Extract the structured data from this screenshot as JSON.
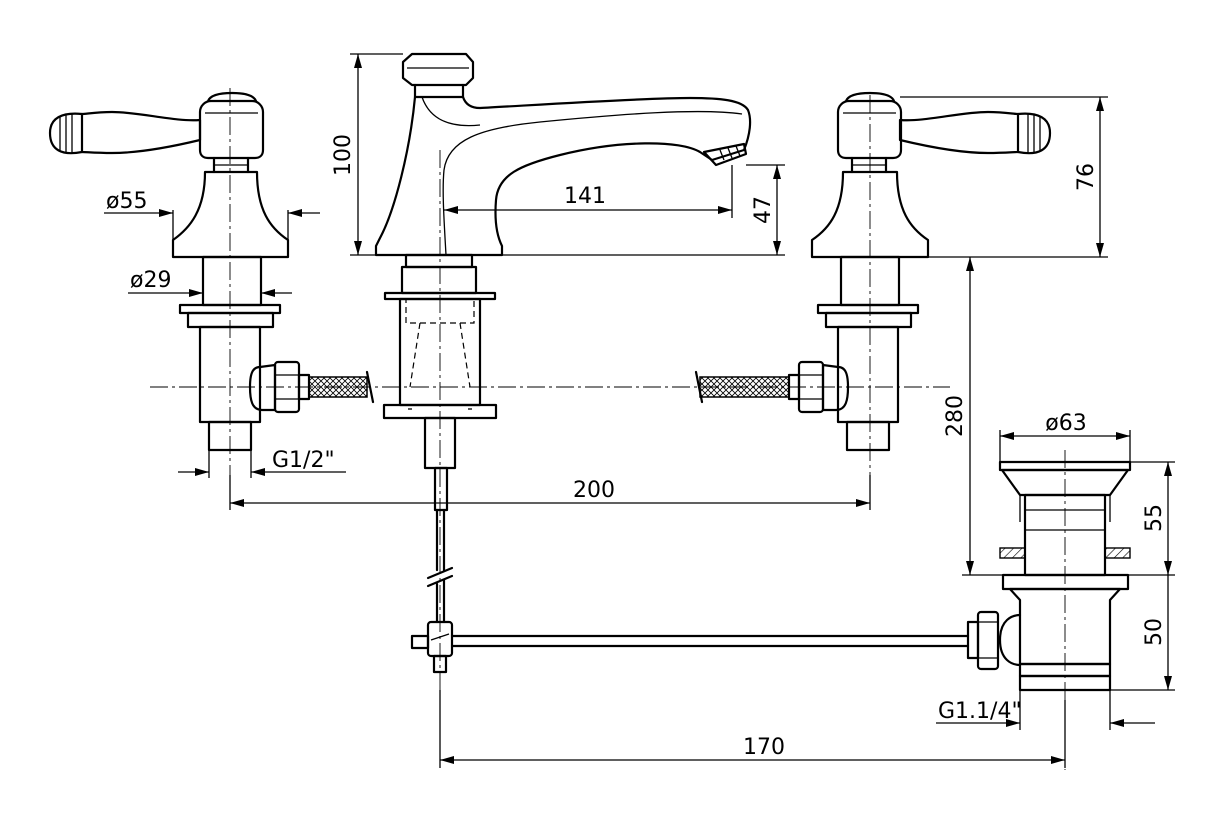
{
  "drawing": {
    "dimensions": {
      "spout_height": "100",
      "spout_reach": "141",
      "spout_outlet_height": "47",
      "handle_height": "76",
      "handle_base_dia": "ø55",
      "handle_shank_dia": "ø29",
      "handle_inlet_thread": "G1/2\"",
      "handle_spacing": "200",
      "max_deck_thickness": "280",
      "waste_flange_dia": "ø63",
      "waste_upper_height": "55",
      "waste_lower_height": "50",
      "waste_thread": "G1.1/4\"",
      "pop_up_rod_length": "170"
    }
  }
}
